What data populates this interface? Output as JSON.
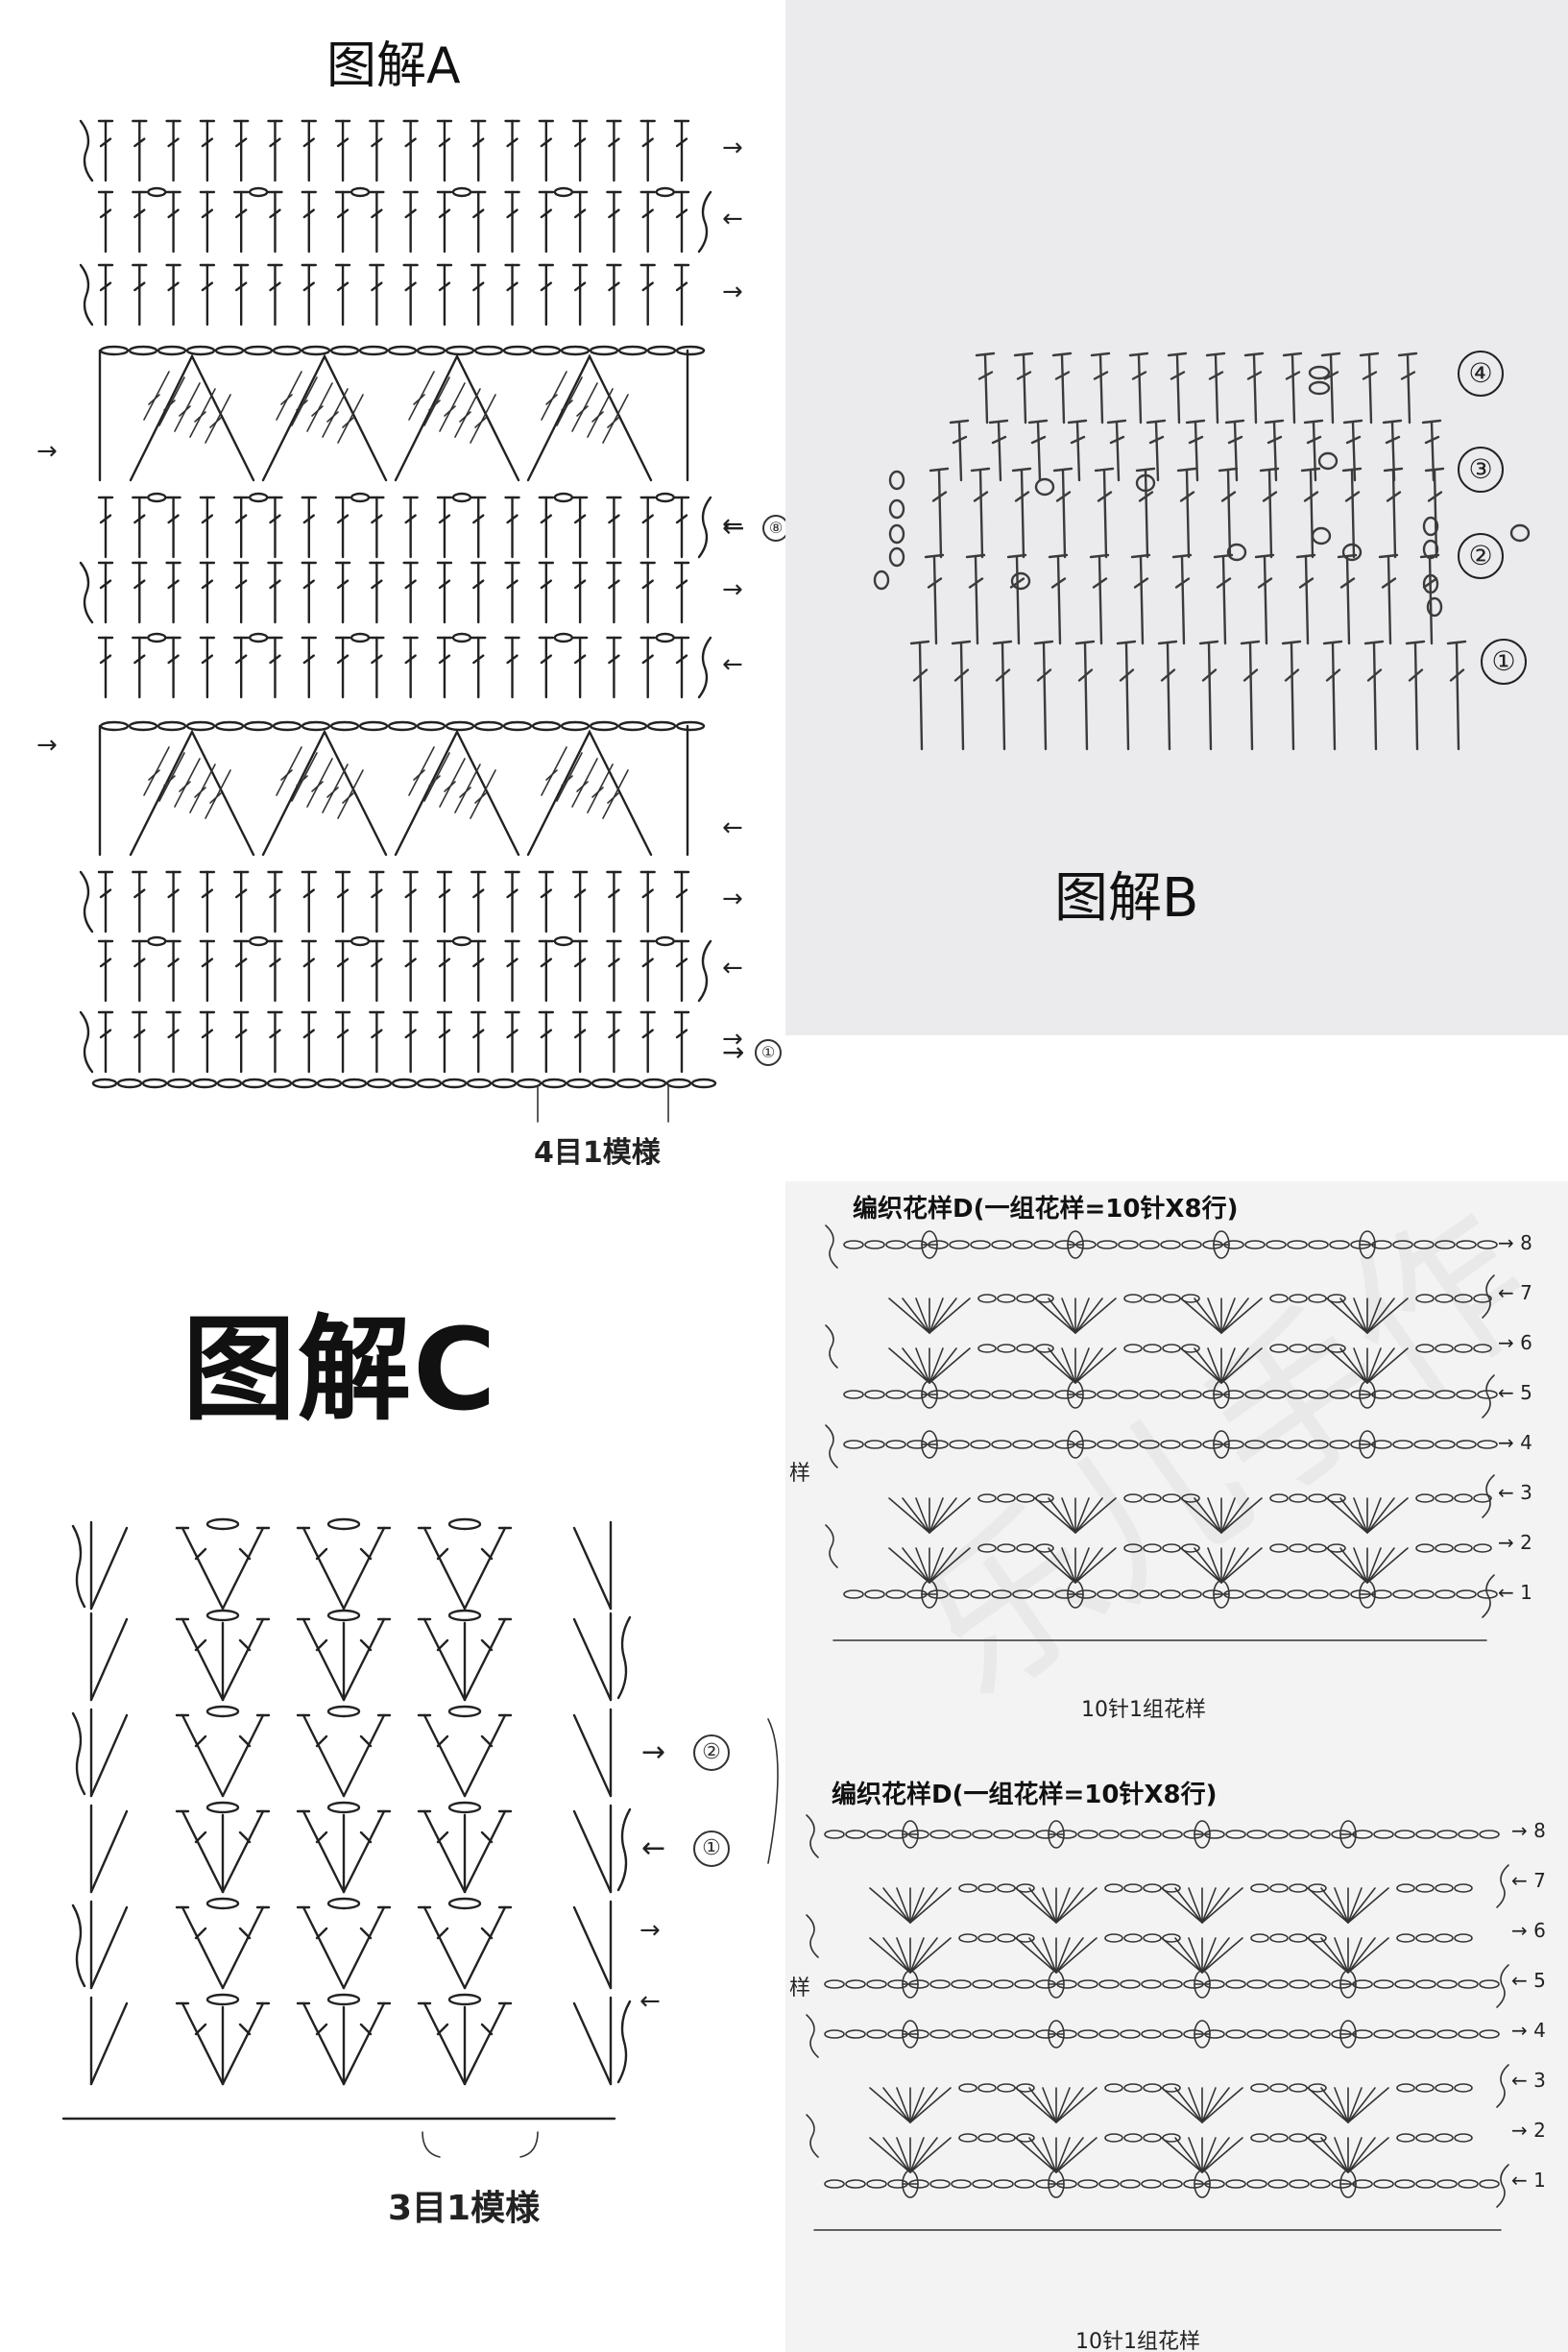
{
  "panel_a": {
    "title": "图解A",
    "repeat_label": "4目1模様",
    "row_marker_round_1": "①",
    "row_marker_round_8": "⑧"
  },
  "panel_b": {
    "title": "图解B",
    "row_labels": [
      "④",
      "③",
      "②",
      "①"
    ]
  },
  "panel_c": {
    "title": "图解C",
    "repeat_label": "3目1模様",
    "row_marker_2": "②",
    "row_marker_1": "①"
  },
  "panel_d": {
    "heading_top": "编织花样D(一组花样=10针X8行)",
    "heading_bottom": "编织花样D(一组花样=10针X8行)",
    "repeat_label_top": "10针1组花样",
    "repeat_label_bottom": "10针1组花样",
    "side_char_top": "样",
    "side_char_bottom": "样",
    "row_numbers": [
      "8",
      "7",
      "6",
      "5",
      "4",
      "3",
      "2",
      "1"
    ]
  }
}
